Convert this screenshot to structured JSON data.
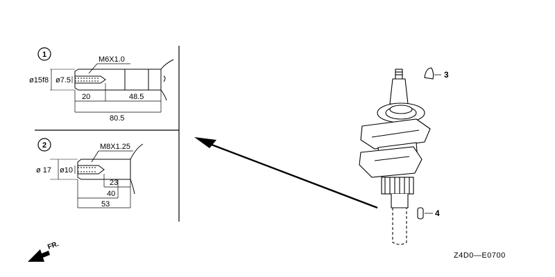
{
  "detail_1": {
    "marker": "1",
    "thread": "M6X1.0",
    "outer_diameter": "ø15f8",
    "inner_diameter": "ø7.5",
    "dim_short": "20",
    "dim_mid": "48.5",
    "dim_total": "80.5"
  },
  "detail_2": {
    "marker": "2",
    "thread": "M8X1.25",
    "outer_diameter": "ø 17",
    "inner_diameter": "ø10",
    "dim_short": "23",
    "dim_mid": "40",
    "dim_total": "53"
  },
  "callouts": {
    "key_top": "3",
    "key_bottom": "4"
  },
  "front_indicator": "FR.",
  "drawing_code": "Z4D0—E0700",
  "icons": {
    "front": "front-arrow-icon",
    "pointer": "pointer-arrow-icon"
  },
  "colors": {
    "ink": "#000000",
    "paper": "#ffffff"
  }
}
